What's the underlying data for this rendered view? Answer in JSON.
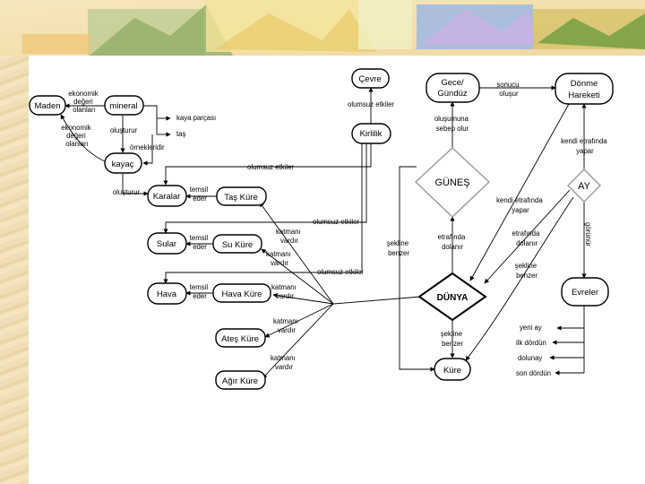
{
  "nodes": {
    "maden": "Maden",
    "mineral": "mineral",
    "kayac": "kayaç",
    "cevre": "Çevre",
    "kirlilik": "Kirlilik",
    "gece_gunduz_1": "Gece/",
    "gece_gunduz_2": "Gündüz",
    "donme_1": "Dönme",
    "donme_2": "Hareketi",
    "gunes": "GÜNEŞ",
    "ay": "AY",
    "karalar": "Karalar",
    "tas_kure": "Taş Küre",
    "sular": "Sular",
    "su_kure": "Su Küre",
    "hava": "Hava",
    "hava_kure": "Hava Küre",
    "ates_kure": "Ateş Küre",
    "agir_kure": "Ağır Küre",
    "dunya": "DÜNYA",
    "kure": "Küre",
    "evreler": "Evreler"
  },
  "labels": {
    "ekonomik_top": [
      "ekonomik",
      "değeri",
      "olanları"
    ],
    "ekonomik_bottom": [
      "ekonomik",
      "değeri",
      "olanları"
    ],
    "olusturur_1": "oluşturur",
    "olusturur_2": "oluşturur",
    "kaya_parcasi": "kaya parçası",
    "tas": "taş",
    "ornekleridir": "örnekleridir",
    "olumsuz_etkiler_top": "olumsuz etkiler",
    "olumsuz_etkiler_1": "olumsuz etkiler",
    "olumsuz_etkiler_2": "olumsuz etkiler",
    "olumsuz_etkiler_3": "olumsuz etkiler",
    "sonucu_olusur": [
      "sonucu",
      "oluşur"
    ],
    "olusumuna": [
      "oluşumuna",
      "sebep olur"
    ],
    "kendi_ay": [
      "kendi etrafında",
      "yapar"
    ],
    "kendi_dunya": [
      "kendi etrafında",
      "yapar"
    ],
    "etrafinda_dolanir_1": [
      "etrafında",
      "dolanır"
    ],
    "etrafinda_dolanir_2": [
      "etrafında",
      "dolanır"
    ],
    "sekline_benzer_1": [
      "şekline",
      "benzer"
    ],
    "sekline_benzer_2": [
      "şekline",
      "benzer"
    ],
    "sekline_benzer_3": [
      "şekline",
      "benzer"
    ],
    "gorunur": "görünür",
    "temsil_1": [
      "temsil",
      "eder"
    ],
    "temsil_2": [
      "temsil",
      "eder"
    ],
    "temsil_3": [
      "temsil",
      "eder"
    ],
    "katmani_1": [
      "katmanı",
      "vardır"
    ],
    "katmani_2": [
      "katmanı",
      "vardır"
    ],
    "katmani_3": [
      "katmanı",
      "vardır"
    ],
    "katmani_4": [
      "katmanı",
      "vardır"
    ],
    "katmani_5": [
      "katmanı",
      "vardır"
    ],
    "phases": [
      "yeni ay",
      "ilk dördün",
      "dolunay",
      "son dördün"
    ]
  }
}
